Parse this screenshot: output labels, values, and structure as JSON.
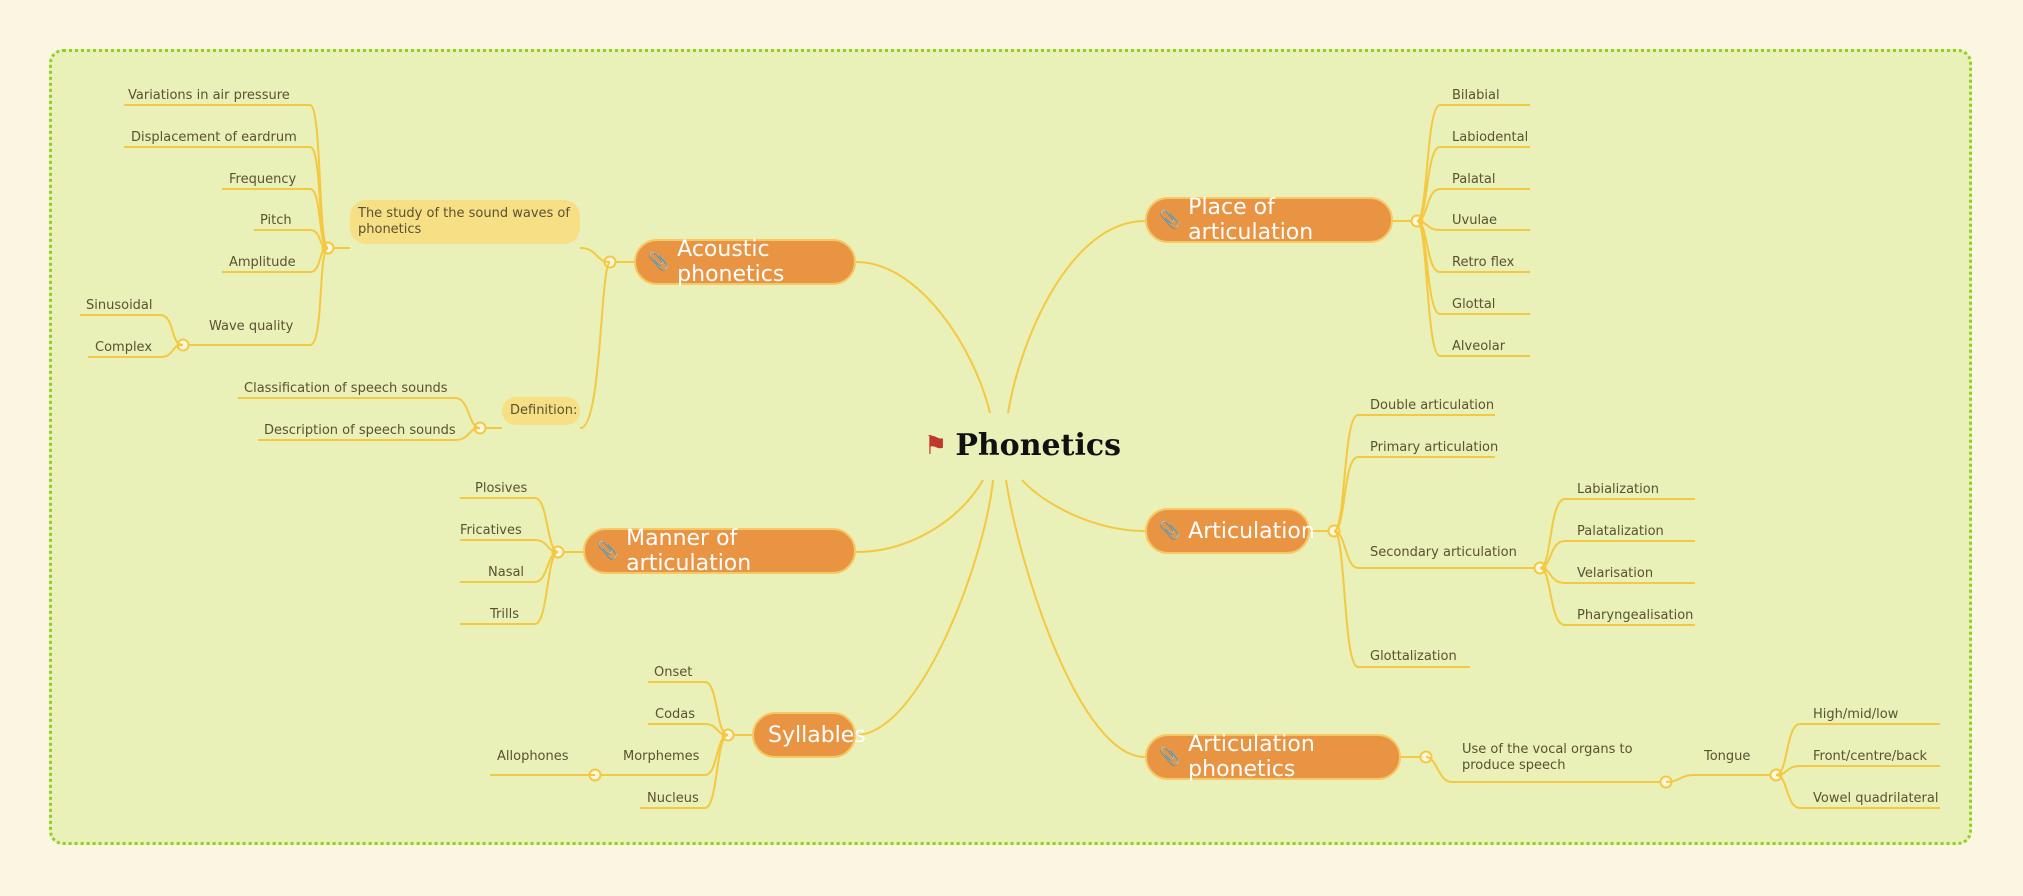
{
  "central": {
    "title": "Phonetics",
    "icon": "flag-icon"
  },
  "acoustic": {
    "title": "Acoustic phonetics",
    "description": "The study of the sound waves of phonetics",
    "properties": [
      "Variations in air pressure",
      "Displacement of eardrum",
      "Frequency",
      "Pitch",
      "Amplitude"
    ],
    "wave_quality": {
      "label": "Wave quality",
      "children": [
        "Sinusoidal",
        "Complex"
      ]
    },
    "definition": {
      "label": "Definition:",
      "children": [
        "Classification of speech sounds",
        "Description of speech sounds"
      ]
    }
  },
  "place": {
    "title": "Place of articulation",
    "children": [
      "Bilabial",
      "Labiodental",
      "Palatal",
      "Uvulae",
      "Retro flex",
      "Glottal",
      "Alveolar"
    ]
  },
  "manner": {
    "title": "Manner of articulation",
    "children": [
      "Plosives",
      "Fricatives",
      "Nasal",
      "Trills"
    ]
  },
  "articulation": {
    "title": "Articulation",
    "double": "Double articulation",
    "primary": "Primary articulation",
    "secondary": {
      "label": "Secondary articulation",
      "children": [
        "Labialization",
        "Palatalization",
        "Velarisation",
        "Pharyngealisation"
      ]
    },
    "glottal": "Glottalization"
  },
  "syllables": {
    "title": "Syllables",
    "onset": "Onset",
    "codas": "Codas",
    "morphemes": {
      "label": "Morphemes",
      "children": [
        "Allophones"
      ]
    },
    "nucleus": "Nucleus"
  },
  "artphon": {
    "title": "Articulation phonetics",
    "use": "Use of the vocal organs to produce speech",
    "tongue": {
      "label": "Tongue",
      "children": [
        "High/mid/low",
        "Front/centre/back",
        "Vowel quadrilateral"
      ]
    }
  },
  "colors": {
    "background": "#fbf6e2",
    "canvas": "#e9f0b8",
    "border": "#8fd023",
    "branch": "#f5c842",
    "topic": "#e99443",
    "pill": "#f7df85"
  }
}
